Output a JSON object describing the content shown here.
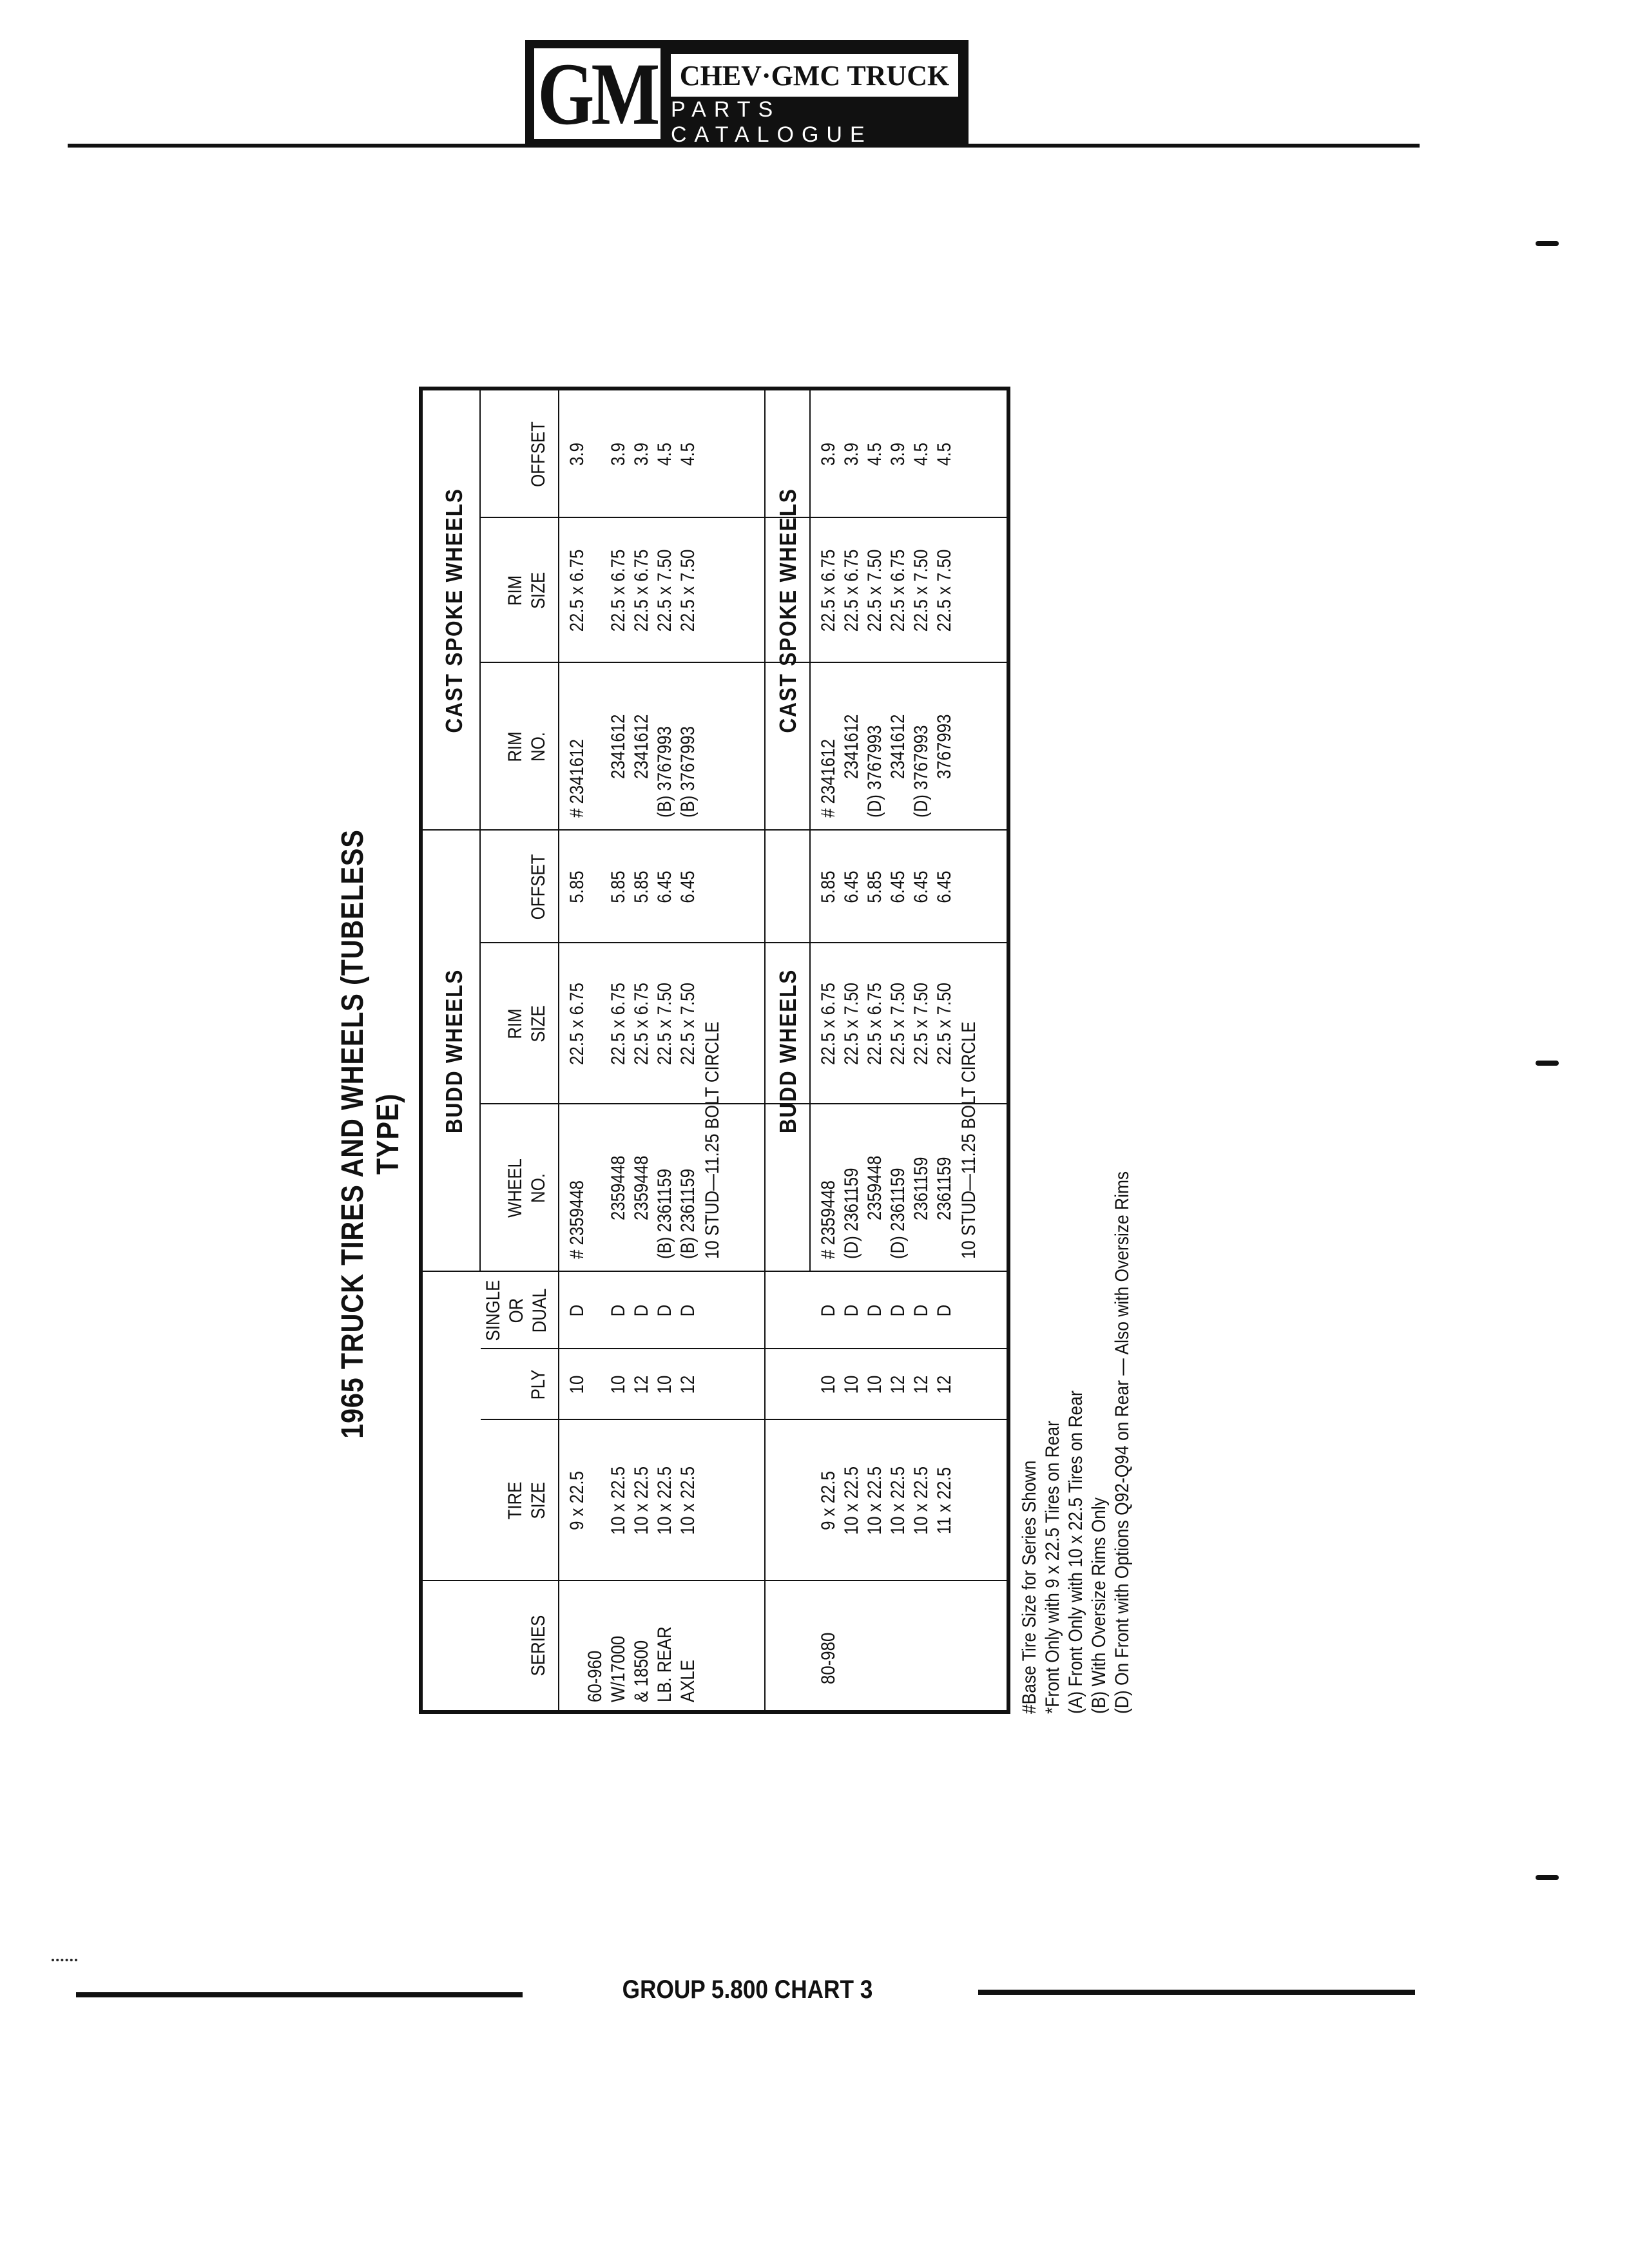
{
  "header": {
    "logo_text": "GM",
    "brand_title": "CHEV·GMC TRUCK",
    "brand_subtitle": "PARTS CATALOGUE"
  },
  "title": "1965 TRUCK TIRES AND WHEELS (TUBELESS TYPE)",
  "columns": {
    "series": "SERIES",
    "tire_size": "TIRE\nSIZE",
    "ply": "PLY",
    "single_or_dual": "SINGLE\nOR\nDUAL",
    "budd_group": "BUDD WHEELS",
    "wheel_no": "WHEEL\nNO.",
    "budd_rim_size": "RIM\nSIZE",
    "budd_offset": "OFFSET",
    "cast_group": "CAST SPOKE WHEELS",
    "rim_no": "RIM\nNO.",
    "cast_rim_size": "RIM\nSIZE",
    "cast_offset": "OFFSET"
  },
  "sections": [
    {
      "series": "60-960\nW/17000\n& 18500\nLB. REAR\nAXLE",
      "rows": [
        {
          "tire": "9 x 22.5",
          "ply": "10",
          "sd": "D",
          "wheel": "# 2359448",
          "brim": "22.5 x 6.75",
          "boff": "5.85",
          "rimno": "# 2341612",
          "crim": "22.5 x 6.75",
          "coff": "3.9"
        },
        {
          "tire": "10 x 22.5",
          "ply": "10",
          "sd": "D",
          "wheel": "2359448",
          "brim": "22.5 x 6.75",
          "boff": "5.85",
          "rimno": "2341612",
          "crim": "22.5 x 6.75",
          "coff": "3.9"
        },
        {
          "tire": "10 x 22.5",
          "ply": "12",
          "sd": "D",
          "wheel": "2359448",
          "brim": "22.5 x 6.75",
          "boff": "5.85",
          "rimno": "2341612",
          "crim": "22.5 x 6.75",
          "coff": "3.9"
        },
        {
          "tire": "10 x 22.5",
          "ply": "10",
          "sd": "D",
          "wheel": "(B) 2361159",
          "brim": "22.5 x 7.50",
          "boff": "6.45",
          "rimno": "(B) 3767993",
          "crim": "22.5 x 7.50",
          "coff": "4.5"
        },
        {
          "tire": "10 x 22.5",
          "ply": "12",
          "sd": "D",
          "wheel": "(B) 2361159",
          "brim": "22.5 x 7.50",
          "boff": "6.45",
          "rimno": "(B) 3767993",
          "crim": "22.5 x 7.50",
          "coff": "4.5"
        }
      ],
      "bolt_circle": "10 STUD—11.25 BOLT CIRCLE",
      "budd_label": "BUDD WHEELS",
      "cast_label": "CAST SPOKE WHEELS"
    },
    {
      "series": "80-980",
      "rows": [
        {
          "tire": "9 x 22.5",
          "ply": "10",
          "sd": "D",
          "wheel": "# 2359448",
          "brim": "22.5 x 6.75",
          "boff": "5.85",
          "rimno": "# 2341612",
          "crim": "22.5 x 6.75",
          "coff": "3.9"
        },
        {
          "tire": "10 x 22.5",
          "ply": "10",
          "sd": "D",
          "wheel": "(D) 2361159",
          "brim": "22.5 x 7.50",
          "boff": "6.45",
          "rimno": "2341612",
          "crim": "22.5 x 6.75",
          "coff": "3.9"
        },
        {
          "tire": "10 x 22.5",
          "ply": "10",
          "sd": "D",
          "wheel": "2359448",
          "brim": "22.5 x 6.75",
          "boff": "5.85",
          "rimno": "(D) 3767993",
          "crim": "22.5 x 7.50",
          "coff": "4.5"
        },
        {
          "tire": "10 x 22.5",
          "ply": "12",
          "sd": "D",
          "wheel": "(D) 2361159",
          "brim": "22.5 x 7.50",
          "boff": "6.45",
          "rimno": "2341612",
          "crim": "22.5 x 6.75",
          "coff": "3.9"
        },
        {
          "tire": "10 x 22.5",
          "ply": "12",
          "sd": "D",
          "wheel": "2361159",
          "brim": "22.5 x 7.50",
          "boff": "6.45",
          "rimno": "(D) 3767993",
          "crim": "22.5 x 7.50",
          "coff": "4.5"
        },
        {
          "tire": "11 x 22.5",
          "ply": "12",
          "sd": "D",
          "wheel": "2361159",
          "brim": "22.5 x 7.50",
          "boff": "6.45",
          "rimno": "3767993",
          "crim": "22.5 x 7.50",
          "coff": "4.5"
        }
      ],
      "bolt_circle": "10 STUD—11.25 BOLT CIRCLE"
    }
  ],
  "notes": [
    "#Base Tire Size for Series Shown",
    "*Front Only with 9 x 22.5 Tires on Rear",
    "(A) Front Only with 10 x 22.5 Tires on Rear",
    "(B) With Oversize Rims Only",
    "(D) On Front with Options Q92-Q94 on Rear — Also with Oversize Rims"
  ],
  "footer": "GROUP 5.800 CHART 3"
}
